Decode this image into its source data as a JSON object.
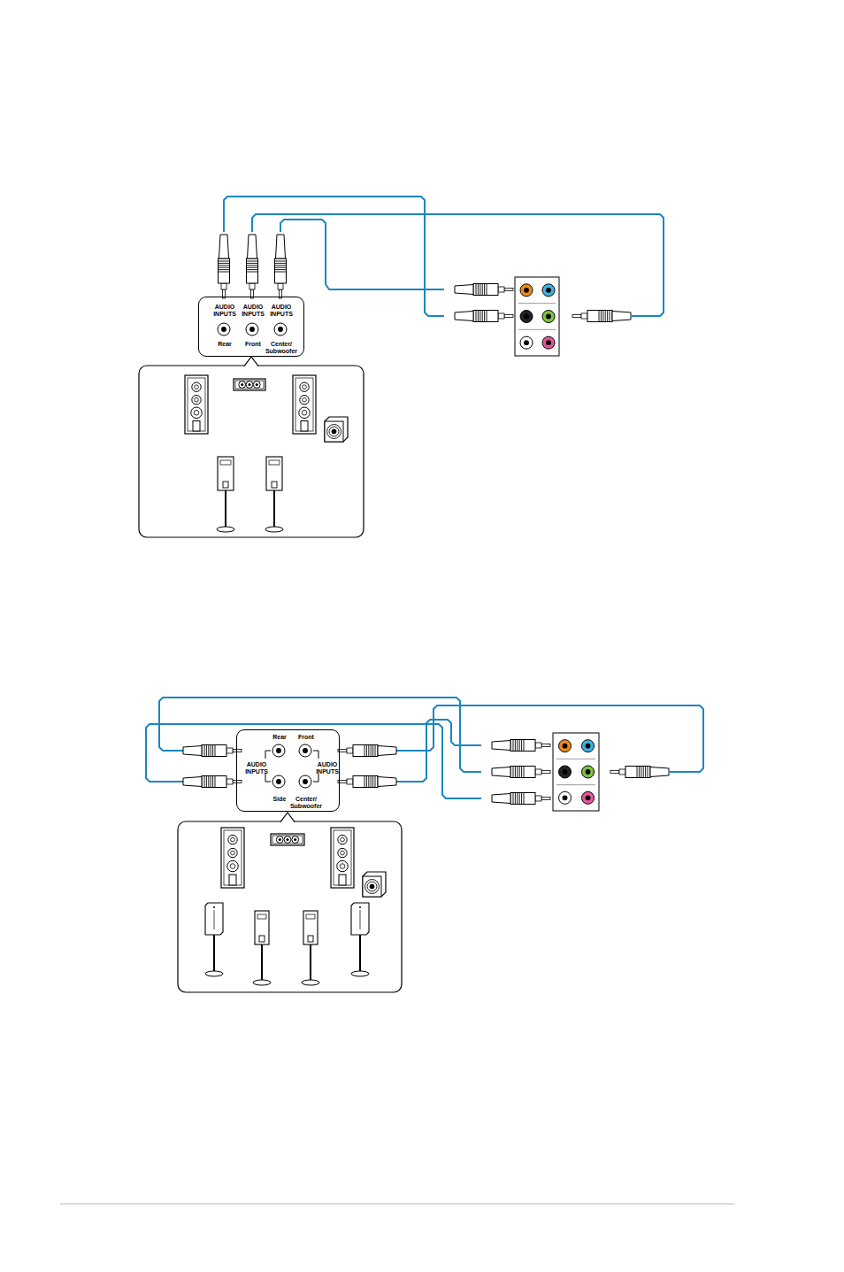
{
  "diagram": {
    "nodes": [
      {
        "text": [
          "AUDIO INPUTS",
          "AUDIO INPUTS",
          "AUDIO INPUTS",
          "Rear",
          "Front",
          "Center/ Subwoofer"
        ]
      },
      {
        "text": [
          "Rear",
          "Front",
          "AUDIO INPUTS",
          "AUDIO INPUTS",
          "Side",
          "Center/ Subwoofer"
        ]
      }
    ]
  }
}
